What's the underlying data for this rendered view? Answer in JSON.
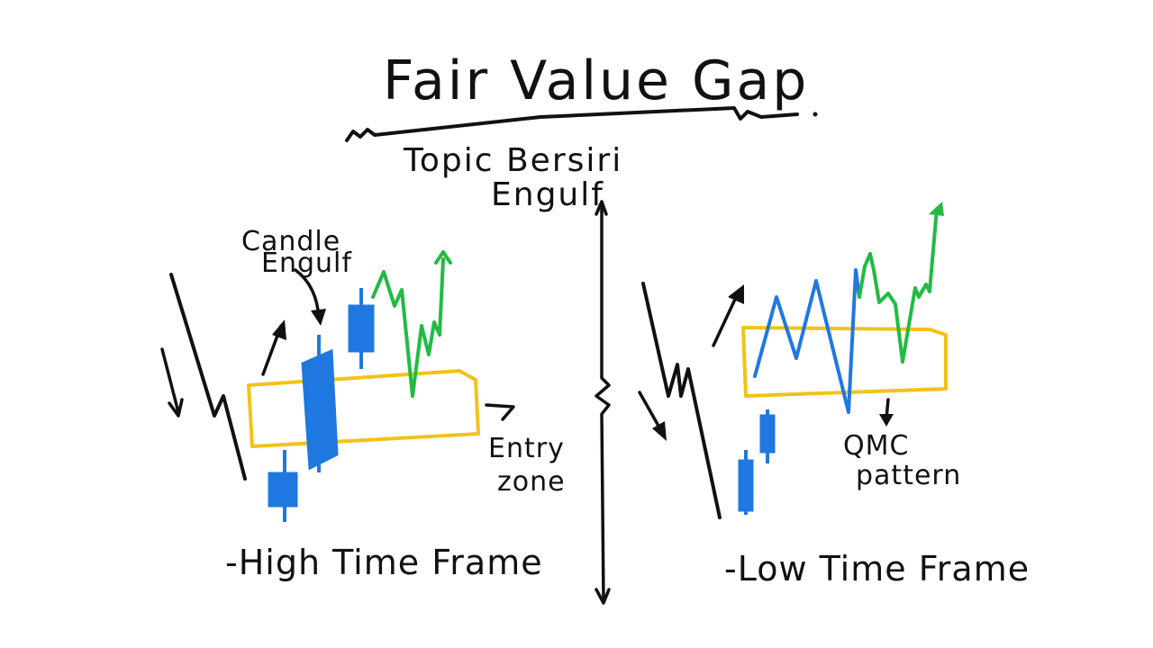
{
  "title": "Fair Value Gap",
  "subtitle_line1": "Topic Bersiri",
  "subtitle_line2": "Engulf",
  "left_panel": {
    "annotation_line1": "Candle",
    "annotation_line2": "Engulf",
    "zone_line1": "Entry",
    "zone_line2": "zone",
    "caption": "-High Time Frame"
  },
  "right_panel": {
    "pattern_line1": "QMC",
    "pattern_line2": "pattern",
    "caption": "-Low Time Frame"
  },
  "colors": {
    "ink": "#111111",
    "zone": "#f2c21b",
    "candle": "#1f78e0",
    "bull_path": "#22bb44"
  }
}
